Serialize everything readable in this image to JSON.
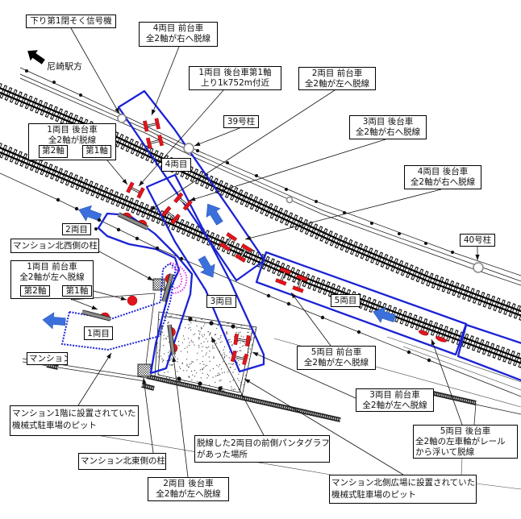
{
  "direction": {
    "label": "尼崎駅方",
    "icon": "arrow-up-left"
  },
  "callouts": {
    "signal": [
      "下り第1閉そく信号機"
    ],
    "car4_front_bogie": [
      "4両目 前台車",
      "全2軸が右へ脱線"
    ],
    "car1_rear_axle1_location": [
      "1両目 後台車第1軸",
      "上り1k752m付近"
    ],
    "car2_front_bogie": [
      "2両目 前台車",
      "全2軸が左へ脱線"
    ],
    "pole39": [
      "39号柱"
    ],
    "car3_rear_bogie": [
      "3両目 後台車",
      "全2軸が右へ脱線"
    ],
    "car1_rear_bogie": [
      "1両目 後台車",
      "全2軸が脱線"
    ],
    "car4_rear_bogie": [
      "4両目 後台車",
      "全2軸が右へ脱線"
    ],
    "pole40": [
      "40号柱"
    ],
    "mansion_nw_pillar": [
      "マンション北西側の柱"
    ],
    "car1_front_bogie": [
      "1両目 前台車",
      "全2軸が左へ脱線"
    ],
    "mansion": [
      "マンション"
    ],
    "car5_front_bogie": [
      "5両目 前台車",
      "全2軸が左へ脱線"
    ],
    "car3_front_bogie": [
      "3両目 前台車",
      "全2軸が左へ脱線"
    ],
    "car5_rear_bogie": [
      "5両目 後台車",
      "全2軸の左車輪がレール",
      "から浮いて脱線"
    ],
    "mansion_1f_parking_pit": [
      "マンション1階に設置されていた",
      "機械式駐車場のピット"
    ],
    "car2_front_pantograph_location": [
      "脱線した2両目の前側パンタグラフ",
      "があった場所"
    ],
    "mansion_ne_pillar": [
      "マンション北東側の柱"
    ],
    "car2_rear_bogie": [
      "2両目 後台車",
      "全2軸が左へ脱線"
    ],
    "plaza_parking_pit": [
      "マンション北側広場に設置されていた",
      "機械式駐車場のピット"
    ]
  },
  "axle_tags": {
    "car1_rear": [
      "第2軸",
      "第1軸"
    ],
    "car1_front": [
      "第2軸",
      "第1軸"
    ]
  },
  "car_labels": {
    "car1": "1両目",
    "car2": "2両目",
    "car3": "3両目",
    "car4": "4両目",
    "car5": "5両目"
  },
  "colors": {
    "car_outline": "#1b23d3",
    "wheel": "#e3141b",
    "motion_arrow": "#3b70dc",
    "pantograph_marker": "#e23fe6",
    "bogie_frame": "#8c8c8c",
    "rail": "#000000"
  }
}
